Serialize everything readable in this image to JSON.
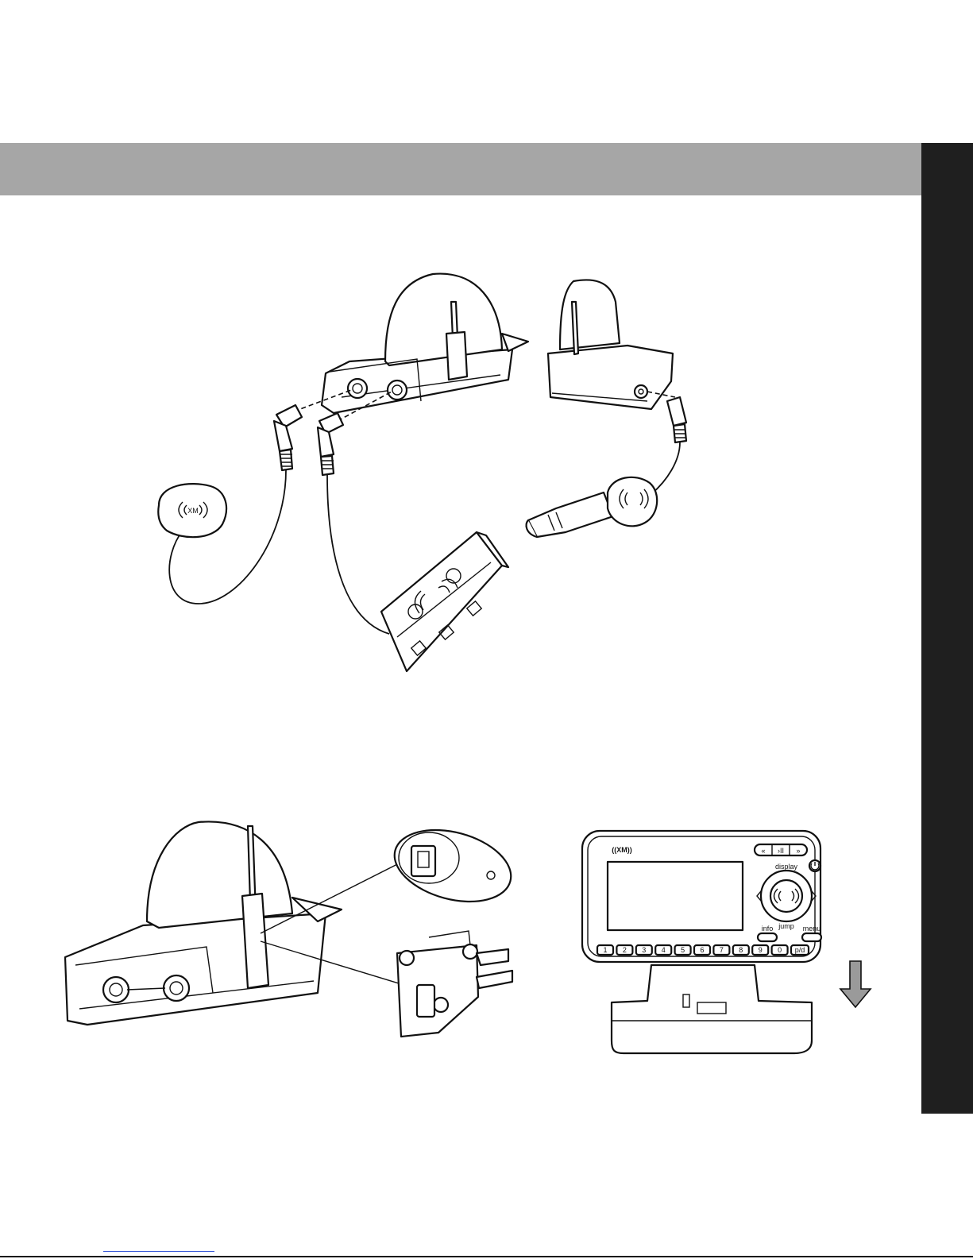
{
  "radio": {
    "logo": "((XM))",
    "transport": [
      "«",
      "›II",
      "»"
    ],
    "labels": {
      "display": "display",
      "jump": "jump",
      "info": "info",
      "menu": "menu"
    },
    "keys": [
      "1",
      "2",
      "3",
      "4",
      "5",
      "6",
      "7",
      "8",
      "9",
      "0",
      "p/d"
    ]
  },
  "colors": {
    "band": "#a6a6a6",
    "tab": "#1f1f1f",
    "arrow": "#9a9a9a",
    "link": "#3b5bd9"
  },
  "icons": [
    "xm-wave-icon",
    "power-icon",
    "arrow-down-icon"
  ]
}
